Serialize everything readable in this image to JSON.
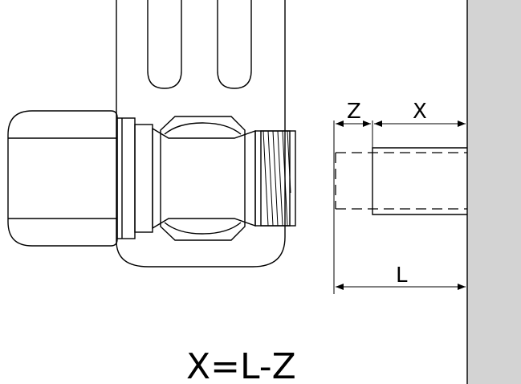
{
  "labels": {
    "z": "Z",
    "x": "X",
    "l": "L",
    "formula": "X=L-Z"
  },
  "colors": {
    "line": "#000000",
    "background": "#ffffff",
    "wall": "#d3d3d3"
  }
}
